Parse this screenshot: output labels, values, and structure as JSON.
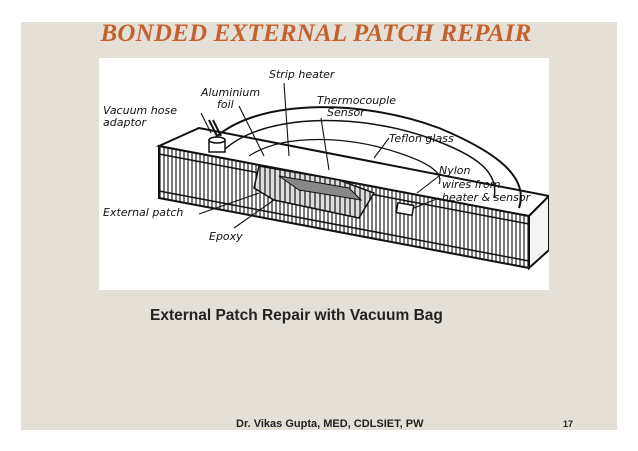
{
  "slide": {
    "title": "BONDED EXTERNAL PATCH REPAIR",
    "caption": "External Patch Repair with Vacuum Bag",
    "footer": "Dr. Vikas Gupta, MED, CDLSIET, PW",
    "page_number": "17",
    "colors": {
      "title": "#c5612d",
      "background": "#e4e0d8"
    }
  },
  "figure": {
    "labels": {
      "strip_heater": "Strip heater",
      "aluminium": "Aluminium",
      "foil": "foil",
      "thermocouple": "Thermocouple",
      "sensor": "Sensor",
      "vacuum_hose": "Vacuum hose",
      "adaptor": "adaptor",
      "teflon_glass": "Teflon glass",
      "nylon": "Nylon",
      "wires_from": "wires from",
      "heater_sensor": "heater & sensor",
      "external_patch": "External patch",
      "epoxy": "Epoxy"
    }
  }
}
